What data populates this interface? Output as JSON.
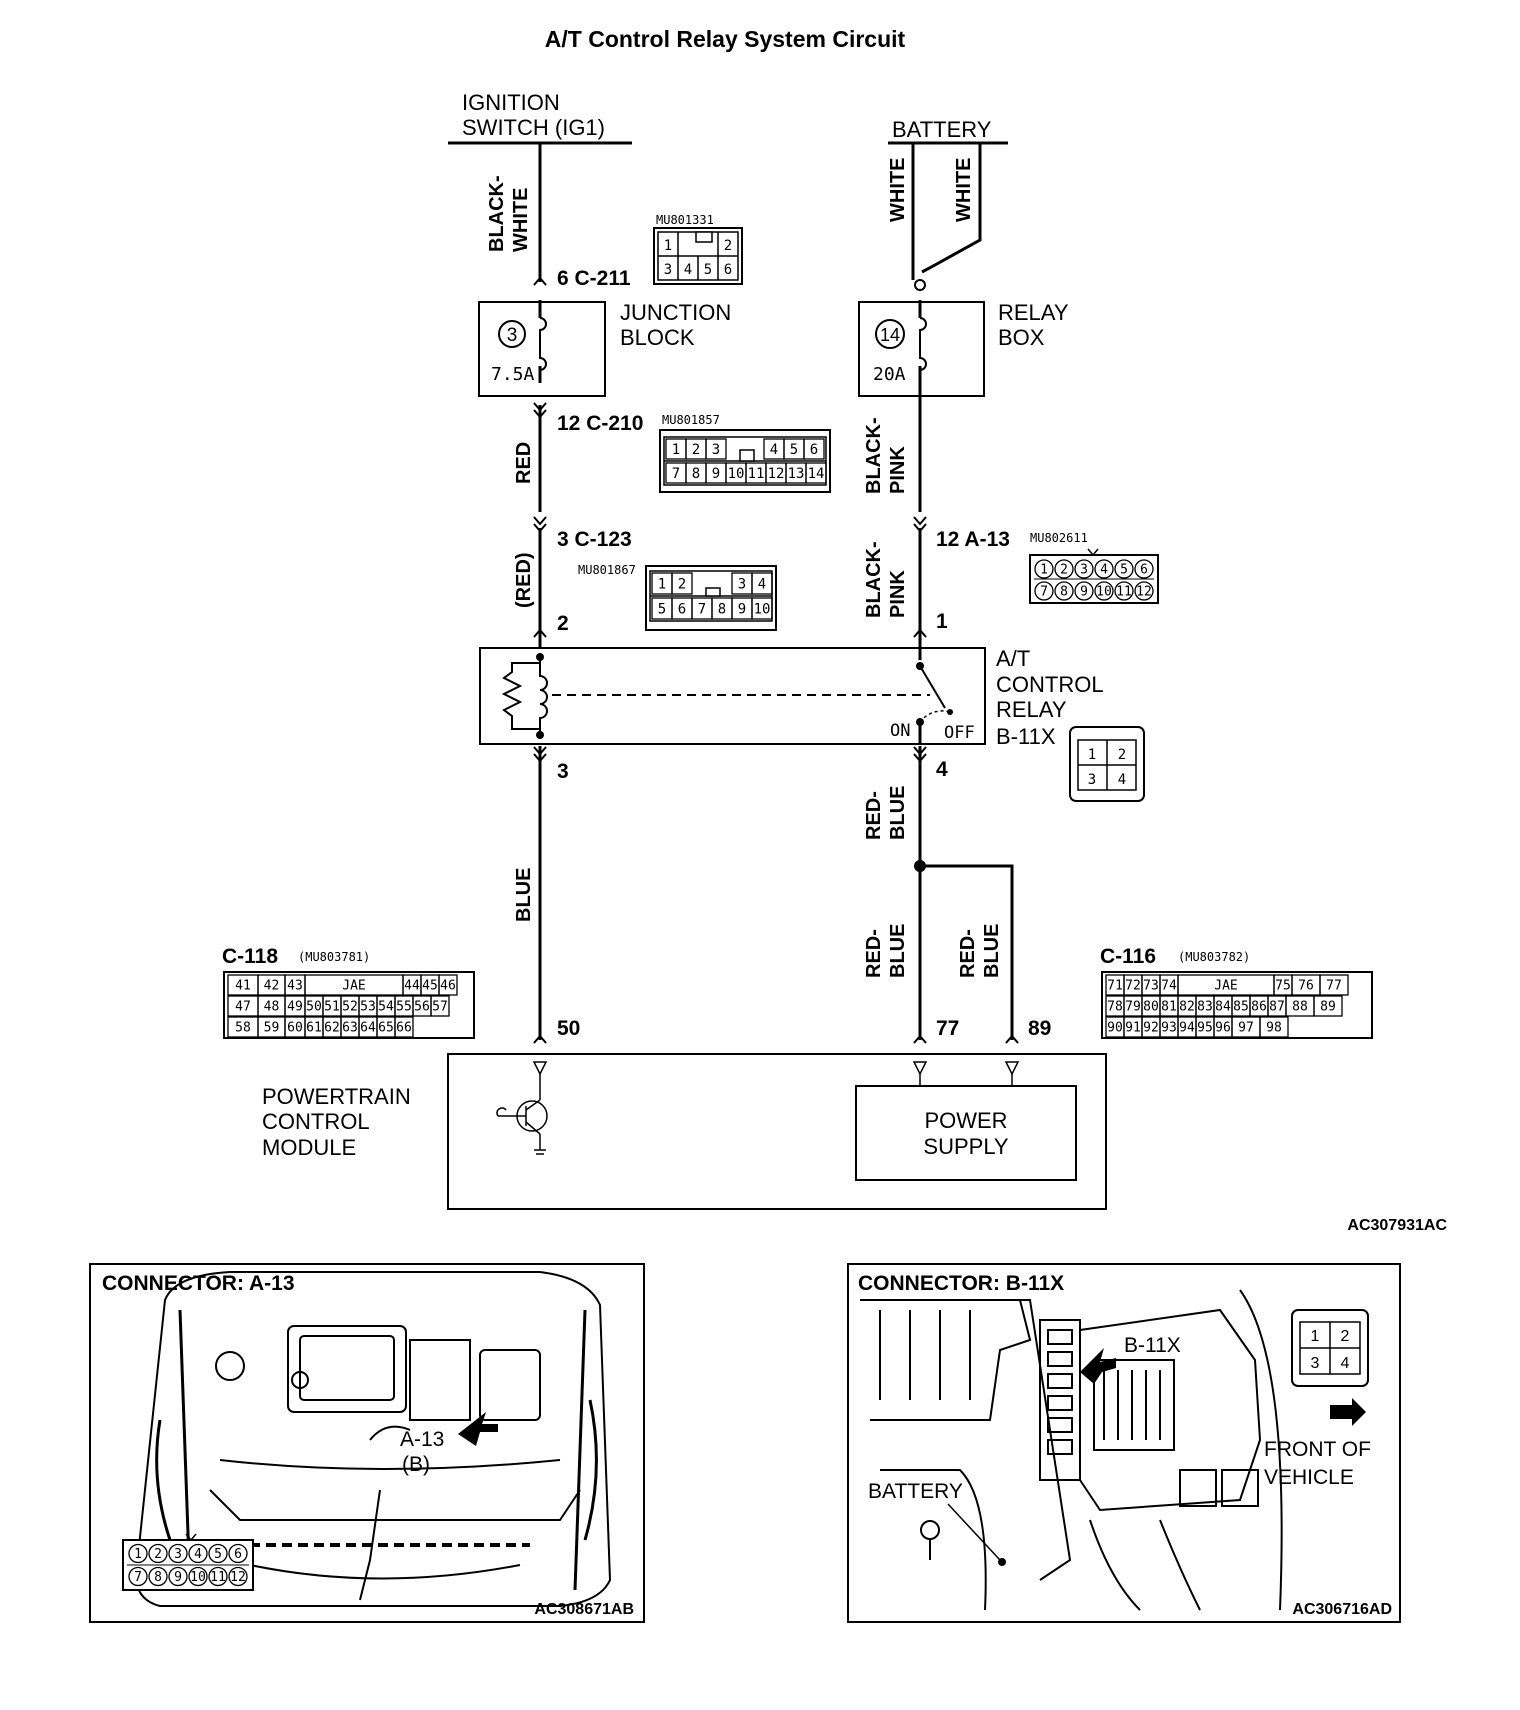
{
  "title": "A/T Control Relay System Circuit",
  "diagram_id": "AC307931AC",
  "sources": {
    "ign_line1": "IGNITION",
    "ign_line2": "SWITCH (IG1)",
    "battery": "BATTERY"
  },
  "wires": {
    "black_white_1": "BLACK-",
    "black_white_2": "WHITE",
    "white": "WHITE",
    "red": "RED",
    "red_paren": "(RED)",
    "black_pink_1": "BLACK-",
    "black_pink_2": "PINK",
    "blue": "BLUE",
    "red_blue_1": "RED-",
    "red_blue_2": "BLUE"
  },
  "connectors": {
    "c211": "6 C-211",
    "c211_part": "MU801331",
    "c211_pins": [
      "1",
      "2",
      "3",
      "4",
      "5",
      "6"
    ],
    "c210": "12 C-210",
    "c210_part": "MU801857",
    "c210_pins": [
      "1",
      "2",
      "3",
      "4",
      "5",
      "6",
      "7",
      "8",
      "9",
      "10",
      "11",
      "12",
      "13",
      "14"
    ],
    "c123": "3 C-123",
    "c123_part": "MU801867",
    "c123_pins": [
      "1",
      "2",
      "3",
      "4",
      "5",
      "6",
      "7",
      "8",
      "9",
      "10"
    ],
    "a13": "12 A-13",
    "a13_part": "MU802611",
    "a13_pins": [
      "1",
      "2",
      "3",
      "4",
      "5",
      "6",
      "7",
      "8",
      "9",
      "10",
      "11",
      "12"
    ],
    "c118": "C-118",
    "c118_part": "(MU803781)",
    "c118_rows": [
      [
        "41",
        "42",
        "43",
        "JAE",
        "44",
        "45",
        "46"
      ],
      [
        "47",
        "48",
        "49",
        "50",
        "51",
        "52",
        "53",
        "54",
        "55",
        "56",
        "57"
      ],
      [
        "58",
        "59",
        "60",
        "61",
        "62",
        "63",
        "64",
        "65",
        "66"
      ]
    ],
    "c116": "C-116",
    "c116_part": "(MU803782)",
    "c116_rows": [
      [
        "71",
        "72",
        "73",
        "74",
        "JAE",
        "75",
        "76",
        "77"
      ],
      [
        "78",
        "79",
        "80",
        "81",
        "82",
        "83",
        "84",
        "85",
        "86",
        "87",
        "88",
        "89"
      ],
      [
        "90",
        "91",
        "92",
        "93",
        "94",
        "95",
        "96",
        "97",
        "98"
      ]
    ],
    "b11x_pins": [
      "1",
      "2",
      "3",
      "4"
    ]
  },
  "junction_block": {
    "line1": "JUNCTION",
    "line2": "BLOCK",
    "fuse_no": "3",
    "rating": "7.5A"
  },
  "relay_box": {
    "line1": "RELAY",
    "line2": "BOX",
    "fuse_no": "14",
    "rating": "20A"
  },
  "relay": {
    "line1": "A/T",
    "line2": "CONTROL",
    "line3": "RELAY",
    "line4": "B-11X",
    "on": "ON",
    "off": "OFF"
  },
  "pins": {
    "p2": "2",
    "p1": "1",
    "p3": "3",
    "p4": "4",
    "p50": "50",
    "p77": "77",
    "p89": "89"
  },
  "pcm": {
    "line1": "POWERTRAIN",
    "line2": "CONTROL",
    "line3": "MODULE",
    "ps1": "POWER",
    "ps2": "SUPPLY"
  },
  "panel_a13": {
    "heading": "CONNECTOR: A-13",
    "callout1": "A-13",
    "callout2": "(B)",
    "code": "AC308671AB"
  },
  "panel_b11x": {
    "heading": "CONNECTOR: B-11X",
    "callout": "B-11X",
    "battery": "BATTERY",
    "front1": "FRONT OF",
    "front2": "VEHICLE",
    "code": "AC306716AD"
  }
}
